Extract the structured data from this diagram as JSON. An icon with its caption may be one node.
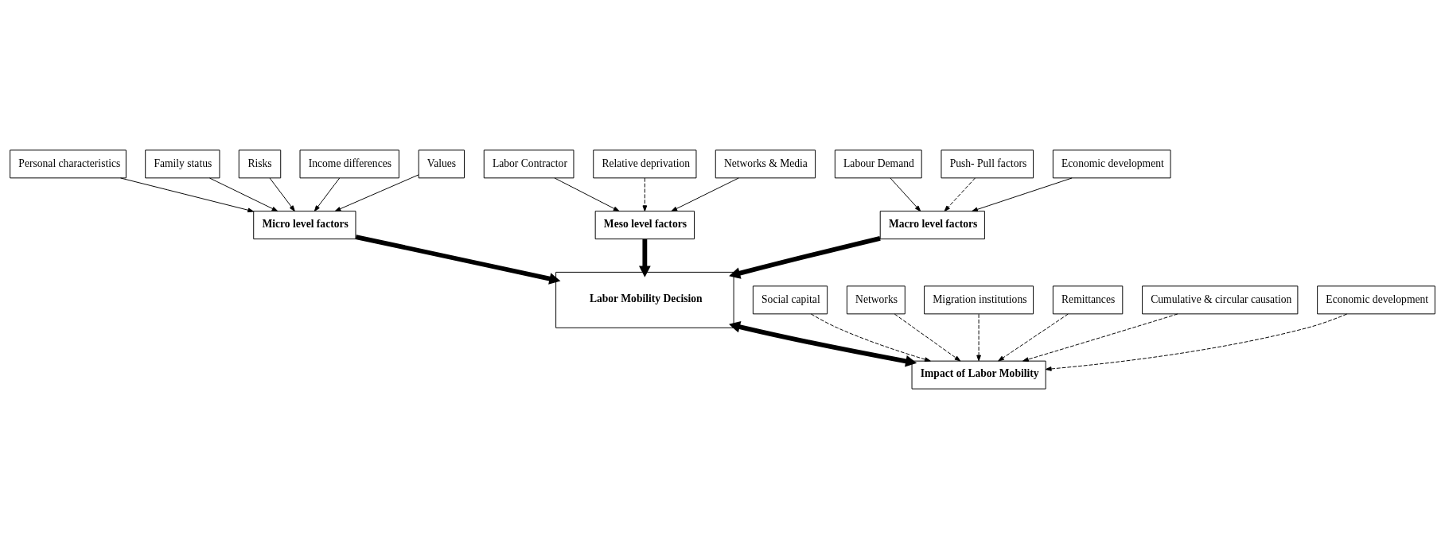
{
  "diagram": {
    "nodes": [
      {
        "text": [
          "Personal characteristics"
        ]
      },
      {
        "text": [
          "Family status"
        ]
      },
      {
        "text": [
          "Risks"
        ]
      },
      {
        "text": [
          "Micro level factors"
        ]
      },
      {
        "text": [
          "Income differences"
        ]
      },
      {
        "text": [
          "Values"
        ]
      },
      {
        "text": [
          "Labor Contractor"
        ]
      },
      {
        "text": [
          "Relative deprivation"
        ]
      },
      {
        "text": [
          "Networks & Media"
        ]
      },
      {
        "text": [
          "Meso level factors"
        ]
      },
      {
        "text": [
          "Labour Demand"
        ]
      },
      {
        "text": [
          "Push- Pull factors"
        ]
      },
      {
        "text": [
          "Macro level factors"
        ]
      },
      {
        "text": [
          "Economic development"
        ]
      },
      {
        "text": [
          "Labor Mobility Decision"
        ]
      },
      {
        "text": [
          "Social capital"
        ]
      },
      {
        "text": [
          "Networks"
        ]
      },
      {
        "text": [
          "Impact of Labor Mobility"
        ]
      },
      {
        "text": [
          "Migration institutions"
        ]
      },
      {
        "text": [
          "Remittances"
        ]
      },
      {
        "text": [
          "Cumulative & circular causation"
        ]
      },
      {
        "text": [
          "Economic development"
        ]
      }
    ],
    "edges": [
      {
        "from": 0,
        "to": 3,
        "arrow": "to"
      },
      {
        "from": 1,
        "to": 3,
        "arrow": "to"
      },
      {
        "from": 2,
        "to": 3,
        "arrow": "to"
      },
      {
        "from": 4,
        "to": 3,
        "arrow": "to"
      },
      {
        "from": 5,
        "to": 3,
        "arrow": "to"
      },
      {
        "from": 3,
        "to": 14,
        "arrow": "to",
        "style": "thick"
      },
      {
        "from": 6,
        "to": 9,
        "arrow": "to"
      },
      {
        "from": 7,
        "to": 9,
        "arrow": "to",
        "style": "dashed"
      },
      {
        "from": 8,
        "to": 9,
        "arrow": "to"
      },
      {
        "from": 9,
        "to": 14,
        "arrow": "to",
        "style": "thick"
      },
      {
        "from": 10,
        "to": 12,
        "arrow": "to"
      },
      {
        "from": 11,
        "to": 12,
        "arrow": "to",
        "style": "dashed"
      },
      {
        "from": 13,
        "to": 12,
        "arrow": "to"
      },
      {
        "from": 12,
        "to": 14,
        "arrow": "to",
        "style": "thick"
      },
      {
        "from": 14,
        "to": 17,
        "arrow": "both",
        "style": "thick"
      },
      {
        "from": 16,
        "to": 17,
        "arrow": "to",
        "style": "dashed"
      },
      {
        "from": 15,
        "to": 17,
        "arrow": "to",
        "style": "dashed"
      },
      {
        "from": 18,
        "to": 17,
        "arrow": "to",
        "style": "dashed"
      },
      {
        "from": 19,
        "to": 17,
        "arrow": "to",
        "style": "dashed"
      },
      {
        "from": 20,
        "to": 17,
        "arrow": "to",
        "style": "dashed"
      },
      {
        "from": 21,
        "to": 17,
        "arrow": "to",
        "style": "dashed"
      }
    ]
  }
}
